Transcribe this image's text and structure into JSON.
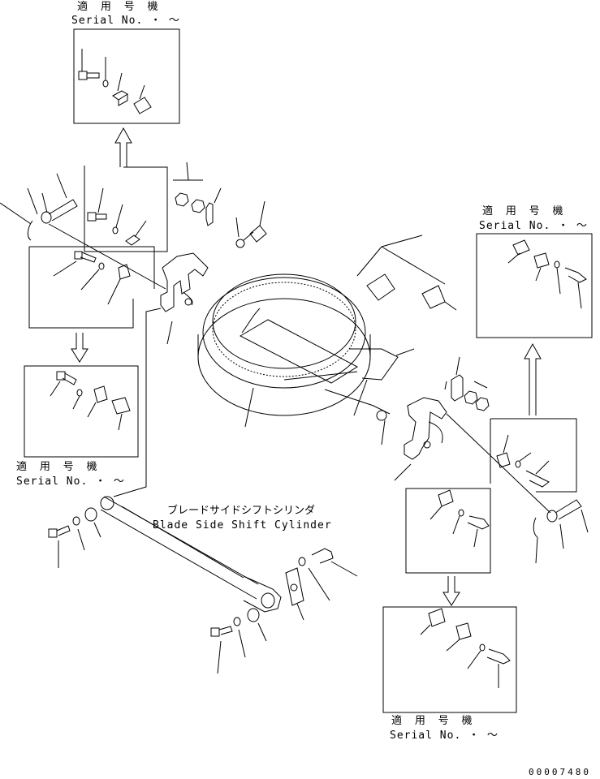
{
  "serial_blocks": [
    {
      "id": "top-left",
      "jp": "適 用 号 機",
      "serial": "Serial No.  ・ ～"
    },
    {
      "id": "right",
      "jp": "適 用 号 機",
      "serial": "Serial No.  ・ ～"
    },
    {
      "id": "mid-left",
      "jp": "適 用 号 機",
      "serial": "Serial No.  ・ ～"
    },
    {
      "id": "bottom-right",
      "jp": "適 用 号 機",
      "serial": "Serial No.  ・ ～"
    }
  ],
  "cylinder_label": {
    "jp": "ブレードサイドシフトシリンダ",
    "en": "Blade Side Shift Cylinder"
  },
  "doc_number": "00007480",
  "colors": {
    "ink": "#000000",
    "paper": "#ffffff"
  }
}
